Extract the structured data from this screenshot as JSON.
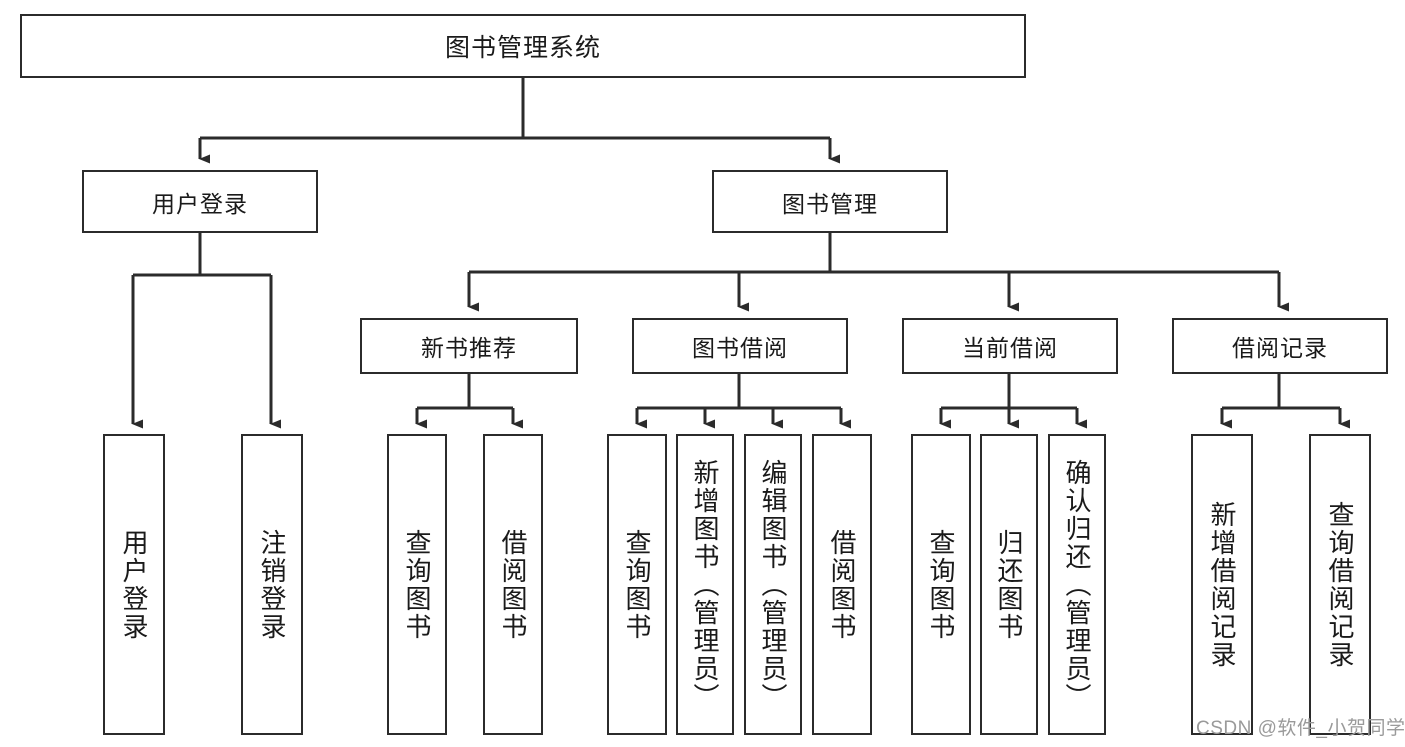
{
  "diagram": {
    "title": "图书管理系统",
    "type": "hierarchy-tree",
    "levels": {
      "root": "图书管理系统",
      "level2": [
        "用户登录",
        "图书管理"
      ],
      "level3": [
        "新书推荐",
        "图书借阅",
        "当前借阅",
        "借阅记录"
      ]
    },
    "nodes": {
      "root": {
        "label": "图书管理系统"
      },
      "user_login": {
        "label": "用户登录"
      },
      "book_mgmt": {
        "label": "图书管理"
      },
      "new_book_rec": {
        "label": "新书推荐"
      },
      "book_borrow": {
        "label": "图书借阅"
      },
      "current_borrow": {
        "label": "当前借阅"
      },
      "borrow_record": {
        "label": "借阅记录"
      },
      "leaf_user_login": {
        "label": "用户登录"
      },
      "leaf_user_logout": {
        "label": "注销登录"
      },
      "leaf_query_book_1": {
        "label": "查询图书"
      },
      "leaf_borrow_book_1": {
        "label": "借阅图书"
      },
      "leaf_query_book_2": {
        "label": "查询图书"
      },
      "leaf_add_book": {
        "label": "新增图书（管理员）"
      },
      "leaf_edit_book": {
        "label": "编辑图书（管理员）"
      },
      "leaf_borrow_book_2": {
        "label": "借阅图书"
      },
      "leaf_query_book_3": {
        "label": "查询图书"
      },
      "leaf_return_book": {
        "label": "归还图书"
      },
      "leaf_confirm_return": {
        "label": "确认归还（管理员）"
      },
      "leaf_add_record": {
        "label": "新增借阅记录"
      },
      "leaf_query_record": {
        "label": "查询借阅记录"
      }
    },
    "watermark": "CSDN @软件_小贺同学",
    "colors": {
      "stroke": "#2b2b2b",
      "fill": "#ffffff",
      "text": "#1a1a1a",
      "watermark": "#9a9a9a"
    }
  }
}
